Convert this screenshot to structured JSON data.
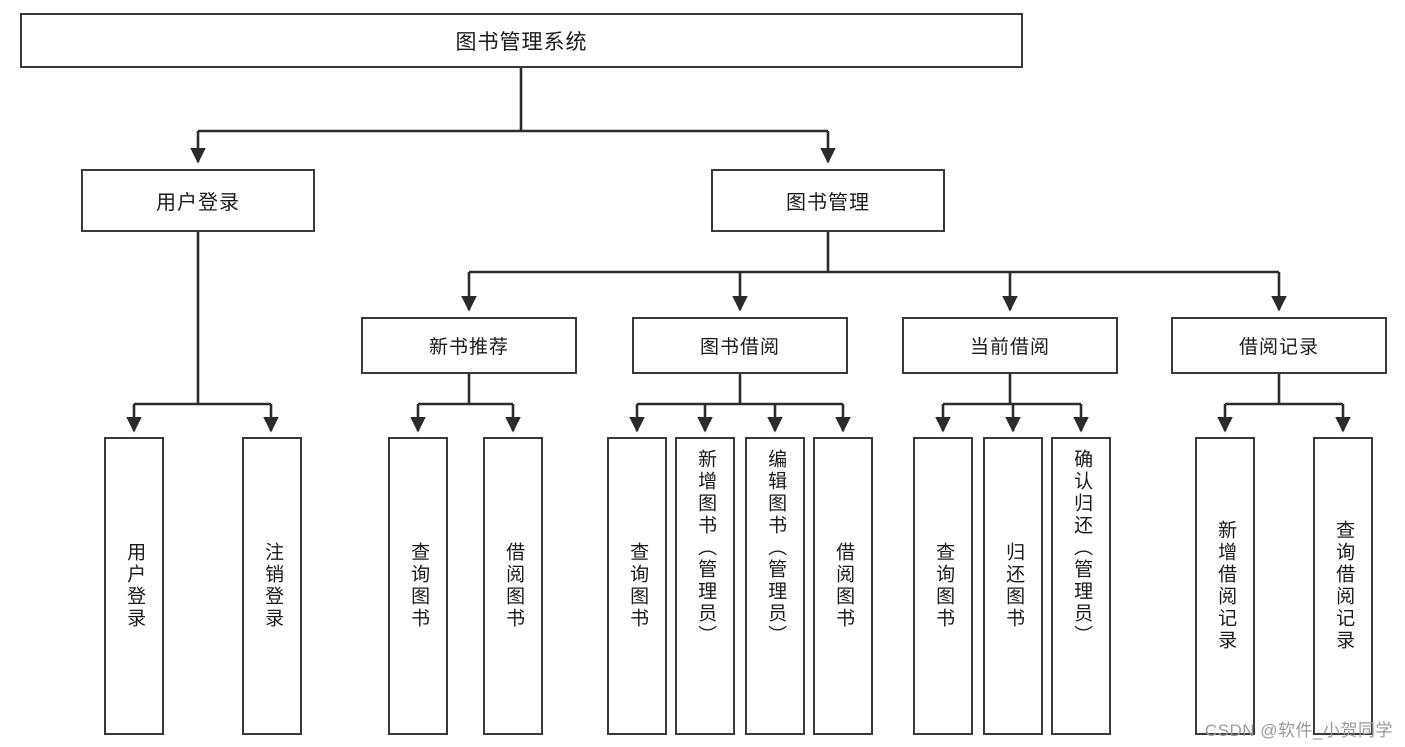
{
  "diagram": {
    "type": "tree-hierarchy",
    "title": "图书管理系统",
    "watermark": "CSDN @软件_小贺同学",
    "colors": {
      "box_border": "#3a3a3a",
      "box_fill": "#ffffff",
      "connector": "#2b2b2b",
      "text": "#1a1a1a",
      "watermark": "#9a9a9a"
    },
    "nodes": {
      "root": {
        "label": "图书管理系统"
      },
      "level1": [
        {
          "label": "用户登录"
        },
        {
          "label": "图书管理"
        }
      ],
      "level2": [
        {
          "label": "新书推荐"
        },
        {
          "label": "图书借阅"
        },
        {
          "label": "当前借阅"
        },
        {
          "label": "借阅记录"
        }
      ],
      "leaves": {
        "user_login": [
          {
            "label": "用户登录"
          },
          {
            "label": "注销登录"
          }
        ],
        "new_book_recommend": [
          {
            "label": "查询图书"
          },
          {
            "label": "借阅图书"
          }
        ],
        "book_borrow": [
          {
            "label": "查询图书"
          },
          {
            "label": "新增图书（管理员）"
          },
          {
            "label": "编辑图书（管理员）"
          },
          {
            "label": "借阅图书"
          }
        ],
        "current_borrow": [
          {
            "label": "查询图书"
          },
          {
            "label": "归还图书"
          },
          {
            "label": "确认归还（管理员）"
          }
        ],
        "borrow_record": [
          {
            "label": "新增借阅记录"
          },
          {
            "label": "查询借阅记录"
          }
        ]
      }
    }
  }
}
